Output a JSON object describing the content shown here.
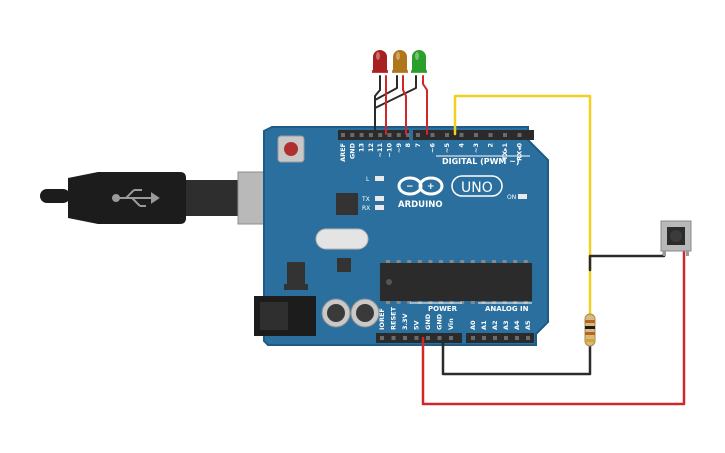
{
  "board": {
    "brand": "ARDUINO",
    "model": "UNO",
    "digital_header_label": "DIGITAL (PWM ~)",
    "power_header_label": "POWER",
    "analog_header_label": "ANALOG IN",
    "led_labels": {
      "l": "L",
      "tx": "TX",
      "rx": "RX",
      "on": "ON"
    },
    "digital_pins": [
      "AREF",
      "GND",
      "13",
      "12",
      "~11",
      "~10",
      "~9",
      "8",
      "7",
      "~6",
      "~5",
      "4",
      "~3",
      "2",
      "TX▸1",
      "RX◂0"
    ],
    "power_pins": [
      "IOREF",
      "RESET",
      "3.3V",
      "5V",
      "GND",
      "GND",
      "Vin"
    ],
    "analog_pins": [
      "A0",
      "A1",
      "A2",
      "A3",
      "A4",
      "A5"
    ]
  },
  "components": {
    "leds": [
      {
        "color": "red",
        "hex": "#a82020"
      },
      {
        "color": "yellow",
        "hex": "#b0761c"
      },
      {
        "color": "green",
        "hex": "#2aa02a"
      }
    ],
    "pushbutton": "pushbutton",
    "resistor": "resistor",
    "usb_cable": "usb-b-cable",
    "power_jack": "dc-barrel-jack"
  },
  "colors": {
    "board": "#2a6f9e",
    "board_edge": "#1f5b84",
    "wire_black": "#2b2b2b",
    "wire_red": "#d02828",
    "wire_yellow": "#f0d020"
  }
}
